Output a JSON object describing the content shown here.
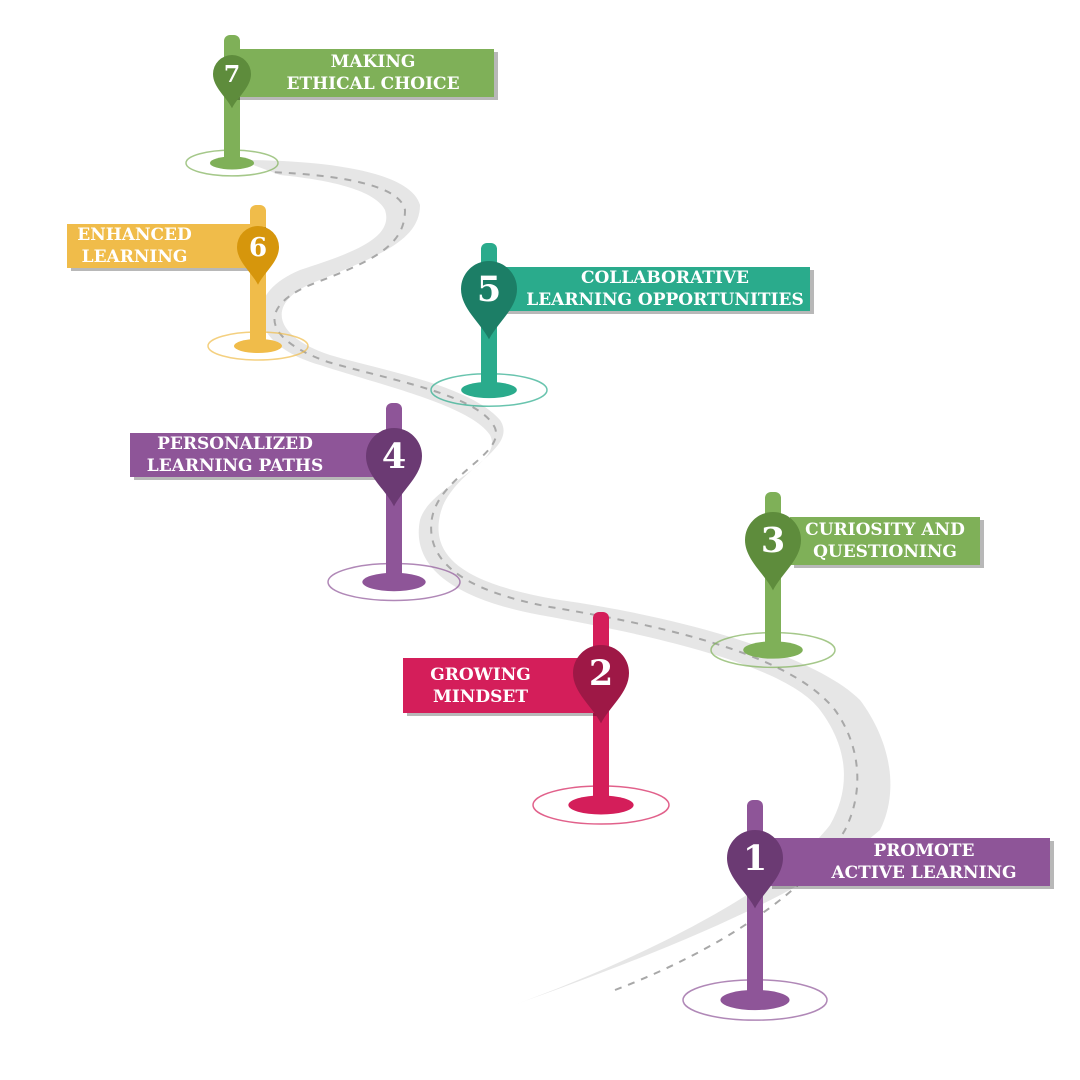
{
  "steps": [
    {
      "number": "1",
      "label": "PROMOTE\nACTIVE LEARNING",
      "color": "#8e5598",
      "pin": "#6b3a73"
    },
    {
      "number": "2",
      "label": "GROWING\nMINDSET",
      "color": "#d41e5a",
      "pin": "#9e1846"
    },
    {
      "number": "3",
      "label": "CURIOSITY AND\nQUESTIONING",
      "color": "#7fb058",
      "pin": "#5e8c3c"
    },
    {
      "number": "4",
      "label": "PERSONALIZED\nLEARNING PATHS",
      "color": "#8e5598",
      "pin": "#6b3a73"
    },
    {
      "number": "5",
      "label": "COLLABORATIVE\nLEARNING OPPORTUNITIES",
      "color": "#2aab8c",
      "pin": "#1c7e66"
    },
    {
      "number": "6",
      "label": "ENHANCED\nLEARNING",
      "color": "#f0bc4a",
      "pin": "#d6960c"
    },
    {
      "number": "7",
      "label": "MAKING\nETHICAL CHOICE",
      "color": "#7fb058",
      "pin": "#5e8c3c"
    }
  ]
}
